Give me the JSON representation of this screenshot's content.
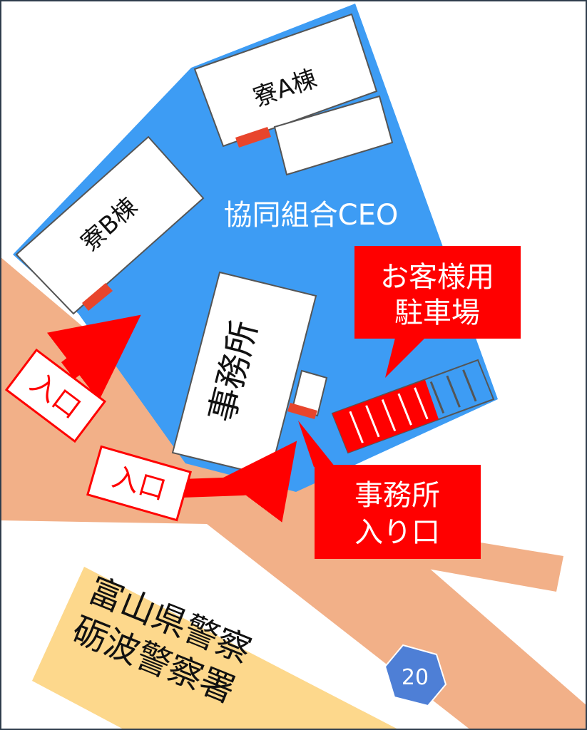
{
  "map": {
    "site_name": "協同組合CEO",
    "buildings": {
      "dorm_a": "寮A棟",
      "dorm_b": "寮B棟",
      "office": "事務所"
    },
    "callouts": {
      "guest_parking_line1": "お客様用",
      "guest_parking_line2": "駐車場",
      "office_entrance_line1": "事務所",
      "office_entrance_line2": "入り口"
    },
    "entrance_labels": {
      "left": "入口",
      "bottom": "入口"
    },
    "police_station": {
      "line1": "富山県警察",
      "line2": "砺波警察署"
    },
    "route_number": "20",
    "parking_spaces": {
      "highlighted": 6,
      "total": 9
    },
    "colors": {
      "site_fill": "#3d9cf4",
      "road_fill": "#f2b088",
      "police_fill": "#fdd88c",
      "callout_red": "#ff0000",
      "door_orange": "#e8452c",
      "route_badge": "#4e7fd6",
      "frame": "#2f3d4c"
    }
  }
}
